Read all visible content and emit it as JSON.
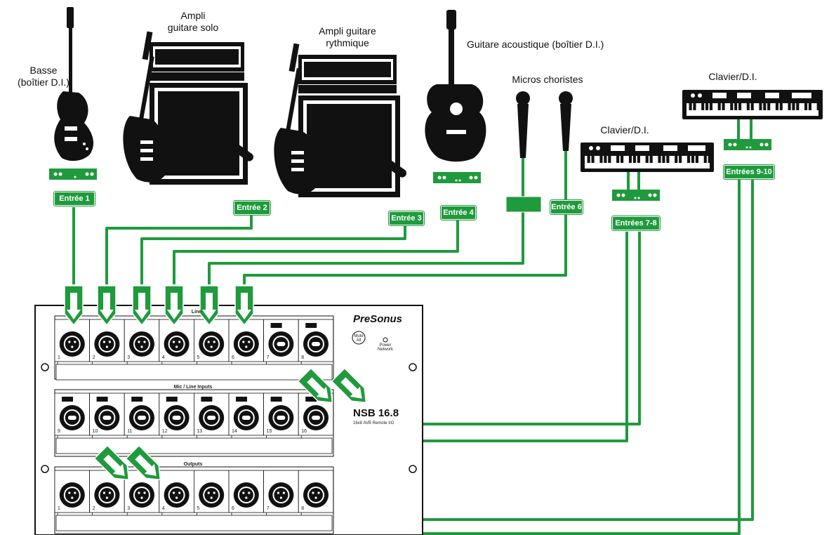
{
  "sources": {
    "bass": "Basse\n(boîtier D.I.)",
    "lead_amp": "Ampli\nguitare solo",
    "rhythm_amp": "Ampli guitare\nrythmique",
    "acoustic": "Guitare acoustique (boîtier D.I.)",
    "backing_mics": "Micros choristes",
    "keys_1": "Clavier/D.I.",
    "keys_2": "Clavier/D.I."
  },
  "inputs": {
    "in1": "Entrée 1",
    "in2": "Entrée 2",
    "in3": "Entrée 3",
    "in4": "Entrée 4",
    "in5": "",
    "in6": "Entrée 6",
    "in78": "Entrées 7-8",
    "in910": "Entrées 9-10"
  },
  "device": {
    "brand": "PreSonus",
    "model": "NSB 16.8",
    "subtitle": "16x8 AVB Remote I/O",
    "row1_title": "Line",
    "row2_title": "Mic / Line Inputs",
    "row3_title": "Outputs",
    "power_label": "Power\nNetwork",
    "mute_label": "Mute\nAll",
    "row1_numbers": [
      "1",
      "2",
      "3",
      "4",
      "5",
      "6",
      "7",
      "8"
    ],
    "row2_numbers": [
      "9",
      "10",
      "11",
      "12",
      "13",
      "14",
      "15",
      "16"
    ],
    "row3_numbers": [
      "1",
      "2",
      "3",
      "4",
      "5",
      "6",
      "7",
      "8"
    ]
  },
  "colors": {
    "cable": "#1f9a3c",
    "outline": "#111111"
  }
}
